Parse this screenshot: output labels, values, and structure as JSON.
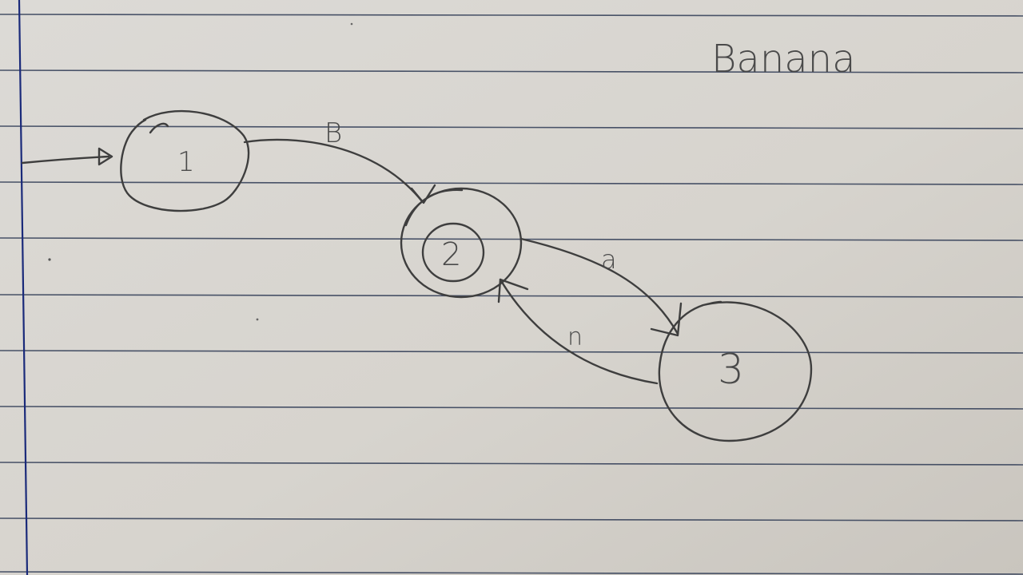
{
  "title": "Banana",
  "states": [
    {
      "id": "state-1",
      "label": "1",
      "start": true,
      "accepting": false
    },
    {
      "id": "state-2",
      "label": "2",
      "start": false,
      "accepting": true
    },
    {
      "id": "state-3",
      "label": "3",
      "start": false,
      "accepting": false
    }
  ],
  "transitions": [
    {
      "from": "1",
      "to": "2",
      "label": "B"
    },
    {
      "from": "2",
      "to": "3",
      "label": "a"
    },
    {
      "from": "3",
      "to": "2",
      "label": "n"
    }
  ]
}
